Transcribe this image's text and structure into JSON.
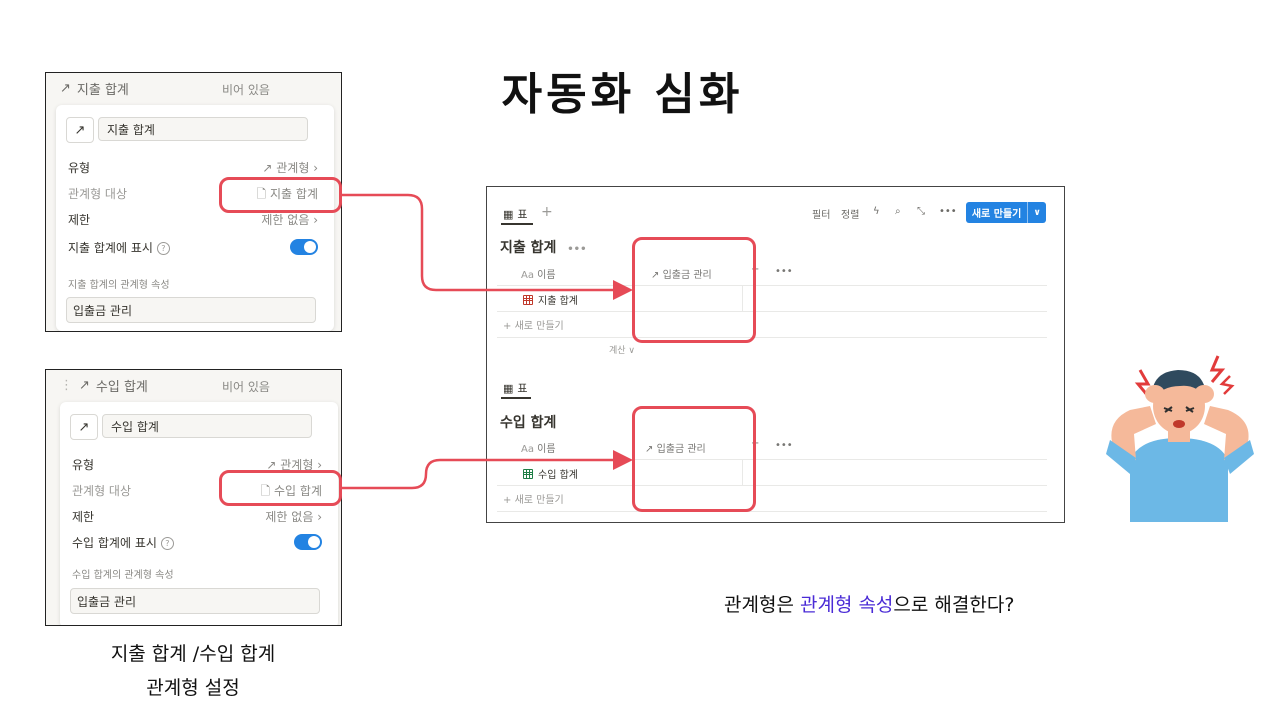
{
  "slide_title": "자동화 심화",
  "expense_panel": {
    "header_name": "지출 합계",
    "header_value": "비어 있음",
    "name_value": "지출 합계",
    "type_label": "유형",
    "type_value": "관계형",
    "relation_target_label": "관계형 대상",
    "relation_target_value": "지출 합계",
    "limit_label": "제한",
    "limit_value": "제한 없음",
    "show_on_label": "지출 합계에 표시",
    "relation_prop_label": "지출 합계의 관계형 속성",
    "relation_prop_value": "입출금 관리"
  },
  "income_panel": {
    "header_name": "수입 합계",
    "header_value": "비어 있음",
    "name_value": "수입 합계",
    "type_label": "유형",
    "type_value": "관계형",
    "relation_target_label": "관계형 대상",
    "relation_target_value": "수입 합계",
    "limit_label": "제한",
    "limit_value": "제한 없음",
    "show_on_label": "수입 합계에 표시",
    "relation_prop_label": "수입 합계의 관계형 속성",
    "relation_prop_value": "입출금 관리"
  },
  "caption": {
    "line1": "지출 합계 /수입 합계",
    "line2": "관계형 설정"
  },
  "database": {
    "view_tab": "표",
    "toolbar": {
      "filter": "필터",
      "sort": "정렬",
      "new_button": "새로 만들기"
    },
    "expense_table": {
      "title": "지출 합계",
      "name_col": "이름",
      "name_col_prefix": "Aa",
      "relation_col": "입출금 관리",
      "row_name": "지출 합계",
      "add_row": "새로 만들기",
      "calc": "계산"
    },
    "income_view_tab": "표",
    "income_table": {
      "title": "수입 합계",
      "name_col": "이름",
      "name_col_prefix": "Aa",
      "relation_col": "입출금 관리",
      "row_name": "수입 합계",
      "add_row": "새로 만들기"
    }
  },
  "bottom_question": {
    "part1": "관계형은 ",
    "highlight": "관계형 속성",
    "part2": "으로 해결한다?"
  },
  "colors": {
    "accent_red": "#e64b57",
    "toggle_blue": "#2383e2",
    "highlight_purple": "#4a2bd6"
  }
}
